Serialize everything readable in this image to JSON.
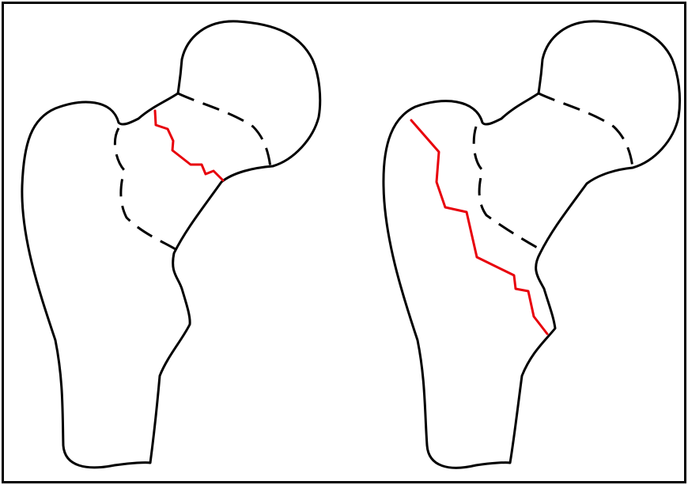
{
  "colors": {
    "background": "#ffffff",
    "outline": "#000000",
    "fracture": "#e8000b"
  },
  "panels": [
    {
      "name": "femur-left",
      "fracture_region": "femoral-neck"
    },
    {
      "name": "femur-right",
      "fracture_region": "intertrochanteric"
    }
  ]
}
